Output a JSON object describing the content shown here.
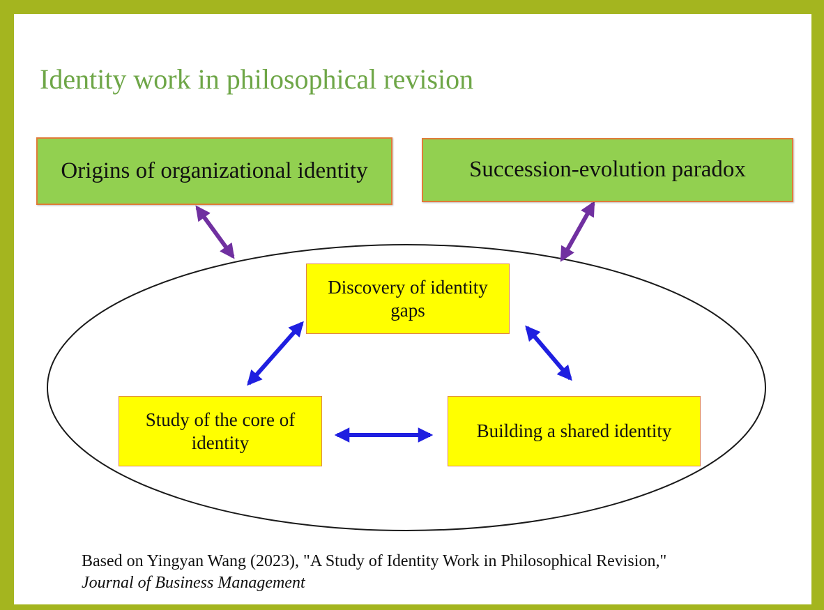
{
  "title": "Identity work in philosophical revision",
  "boxes": {
    "origins": "Origins of organizational identity",
    "succession": "Succession-evolution paradox",
    "discovery": "Discovery of identity gaps",
    "study": "Study of the core of identity",
    "building": "Building a shared identity"
  },
  "caption": {
    "line1": "Based on Yingyan Wang (2023), \"A Study of Identity Work in Philosophical Revision,\"",
    "line2": "Journal of Business Management"
  },
  "colors": {
    "frame": "#a4b51f",
    "title": "#6ea647",
    "outer_box_fill": "#92d050",
    "inner_box_fill": "#ffff00",
    "box_border": "#e07b39",
    "outer_arrow": "#7030a0",
    "inner_arrow": "#1f1fe0"
  }
}
